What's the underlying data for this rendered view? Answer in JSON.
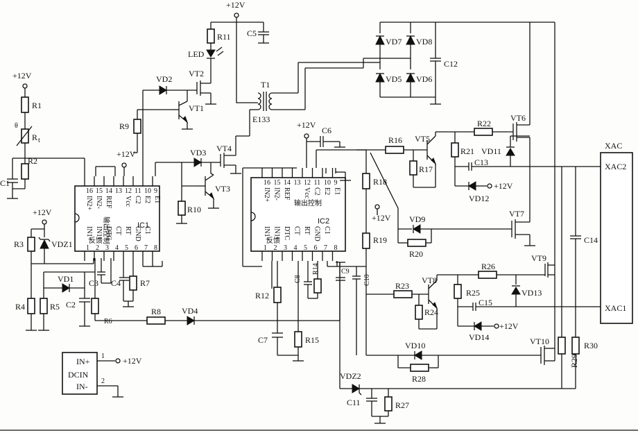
{
  "labels": {
    "v12_top": "+12V",
    "v12_r1": "+12V",
    "v12_ic1": "+12V",
    "v12_vdz1": "+12V",
    "v12_ic2": "+12V",
    "v12_r18": "+12V",
    "v12_vd12": "+12V",
    "v12_vd14": "+12V",
    "v12_dcin": "+12V",
    "R1": "R1",
    "Rt": "R",
    "Rt_sub": "t",
    "theta": "θ",
    "R2": "R2",
    "C1": "C1",
    "R3": "R3",
    "VDZ1": "VDZ1",
    "R4": "R4",
    "R5": "R5",
    "VD1": "VD1",
    "C2": "C2",
    "C3": "C3",
    "R6": "R6",
    "R7": "R7",
    "C4": "C4",
    "R8": "R8",
    "VD4": "VD4",
    "VD2": "VD2",
    "VT2": "VT2",
    "VT1": "VT1",
    "R9": "R9",
    "R11": "R11",
    "LED": "LED",
    "C5": "C5",
    "VD3": "VD3",
    "VT4": "VT4",
    "VT3": "VT3",
    "R10": "R10",
    "T1": "T1",
    "E133": "E133",
    "C6": "C6",
    "R12": "R12",
    "C7": "C7",
    "R15": "R15",
    "C8": "C8",
    "R14": "R14",
    "C9": "C9",
    "C10": "C10",
    "VD7": "VD7",
    "VD8": "VD8",
    "VD5": "VD5",
    "VD6": "VD6",
    "C12": "C12",
    "R16": "R16",
    "VT5": "VT5",
    "R17": "R17",
    "R22": "R22",
    "VT6": "VT6",
    "R21": "R21",
    "VD11": "VD11",
    "C13": "C13",
    "VD12": "VD12",
    "R18": "R18",
    "R19": "R19",
    "VD9": "VD9",
    "R20": "R20",
    "VT7": "VT7",
    "R23": "R23",
    "VT8": "VT8",
    "R24": "R24",
    "R26": "R26",
    "VT9": "VT9",
    "R25": "R25",
    "VD13": "VD13",
    "C15": "C15",
    "VD14": "VD14",
    "VD10": "VD10",
    "R28": "R28",
    "VT10": "VT10",
    "VDZ2": "VDZ2",
    "C11": "C11",
    "R27": "R27",
    "R29": "R29",
    "R30": "R30",
    "C14": "C14",
    "XAC": "XAC",
    "XAC2": "XAC2",
    "XAC1": "XAC1",
    "DCIN": "DCIN",
    "IN_plus": "IN+",
    "IN_minus": "IN-",
    "pin1": "1",
    "pin2": "2"
  },
  "ic1": {
    "name": "IC1",
    "ctrl": "输出控制",
    "fb": "反馈",
    "top_pins": [
      "16",
      "15",
      "14",
      "13",
      "12",
      "11",
      "10",
      "9"
    ],
    "bottom_pins": [
      "1",
      "2",
      "3",
      "4",
      "5",
      "6",
      "7",
      "8"
    ],
    "top_names": [
      "IN2+",
      "IN2-",
      "REF",
      "",
      "Vcc",
      "C2",
      "E2",
      "E1"
    ],
    "bottom_names": [
      "IN1+",
      "IN1-",
      "DTC",
      "CT",
      "RT",
      "GND",
      "C1"
    ]
  },
  "ic2": {
    "name": "IC2",
    "ctrl": "输出控制",
    "fb": "反馈",
    "top_pins": [
      "16",
      "15",
      "14",
      "13",
      "12",
      "11",
      "10",
      "9"
    ],
    "bottom_pins": [
      "1",
      "2",
      "3",
      "4",
      "5",
      "6",
      "7",
      "8"
    ],
    "top_names": [
      "IN2+",
      "IN2-",
      "REF",
      "",
      "Vcc",
      "C2",
      "E2",
      "E1"
    ],
    "bottom_names": [
      "IN1+",
      "IN1-",
      "DTC",
      "CT",
      "RT",
      "GND",
      "C1"
    ]
  }
}
